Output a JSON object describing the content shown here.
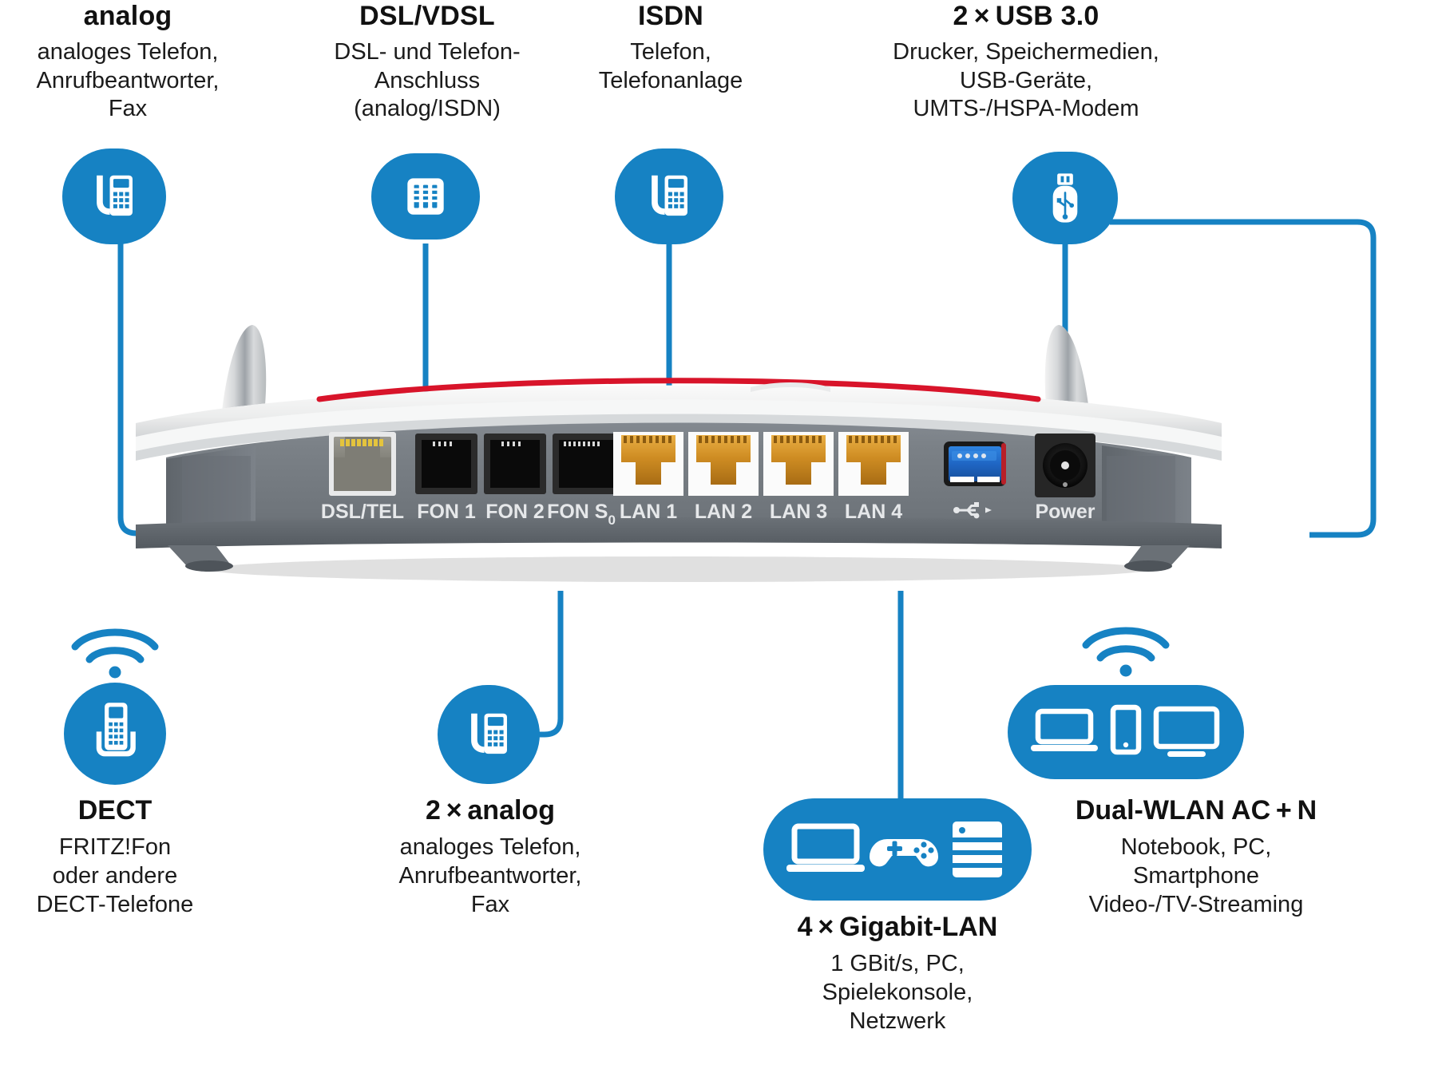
{
  "theme": {
    "accent": "#1682c3",
    "text": "#111111",
    "body_gray": "#7b8087",
    "port_gold": "#c8871f",
    "accent_red": "#d8142a",
    "usb_blue": "#1f6fd0"
  },
  "top_callouts": [
    {
      "id": "analog",
      "title": "analog",
      "lines": [
        "analoges Telefon,",
        "Anrufbeantworter,",
        "Fax"
      ],
      "icon": "desk-phone-icon"
    },
    {
      "id": "dsl-vdsl",
      "title": "DSL/VDSL",
      "lines": [
        "DSL- und Telefon-",
        "Anschluss",
        "(analog/ISDN)"
      ],
      "icon": "dsl-socket-icon"
    },
    {
      "id": "isdn",
      "title": "ISDN",
      "lines": [
        "Telefon,",
        "Telefonanlage"
      ],
      "icon": "isdn-phone-icon"
    },
    {
      "id": "usb3",
      "title": "2 × USB 3.0",
      "lines": [
        "Drucker, Speichermedien,",
        "USB-Geräte,",
        "UMTS-/HSPA-Modem"
      ],
      "icon": "usb-stick-icon"
    }
  ],
  "bottom_callouts": [
    {
      "id": "dect",
      "title": "DECT",
      "lines": [
        "FRITZ!Fon",
        "oder andere",
        "DECT-Telefone"
      ],
      "icon": "cordless-phone-icon",
      "has_wifi_waves": true
    },
    {
      "id": "analog2",
      "title": "2 × analog",
      "lines": [
        "analoges Telefon,",
        "Anrufbeantworter,",
        "Fax"
      ],
      "icon": "desk-phone-icon",
      "has_wifi_waves": false
    },
    {
      "id": "gigabit-lan",
      "title": "4 × Gigabit-LAN",
      "lines": [
        "1 GBit/s, PC,",
        "Spielekonsole,",
        "Netzwerk"
      ],
      "icon": "laptop-gamepad-server-icon",
      "has_wifi_waves": false
    },
    {
      "id": "dual-wlan",
      "title": "Dual-WLAN AC + N",
      "lines": [
        "Notebook, PC,",
        "Smartphone",
        "Video-/TV-Streaming"
      ],
      "icon": "laptop-phone-monitor-icon",
      "has_wifi_waves": true
    }
  ],
  "router": {
    "port_labels": [
      {
        "id": "dsl-tel",
        "label": "DSL/TEL"
      },
      {
        "id": "fon1",
        "label": "FON 1"
      },
      {
        "id": "fon2",
        "label": "FON 2"
      },
      {
        "id": "fon-s0",
        "label": "FON S",
        "sub": "0"
      },
      {
        "id": "lan1",
        "label": "LAN 1"
      },
      {
        "id": "lan2",
        "label": "LAN 2"
      },
      {
        "id": "lan3",
        "label": "LAN 3"
      },
      {
        "id": "lan4",
        "label": "LAN 4"
      }
    ],
    "usb_label": "usb-symbol-icon",
    "power_label": "Power"
  }
}
